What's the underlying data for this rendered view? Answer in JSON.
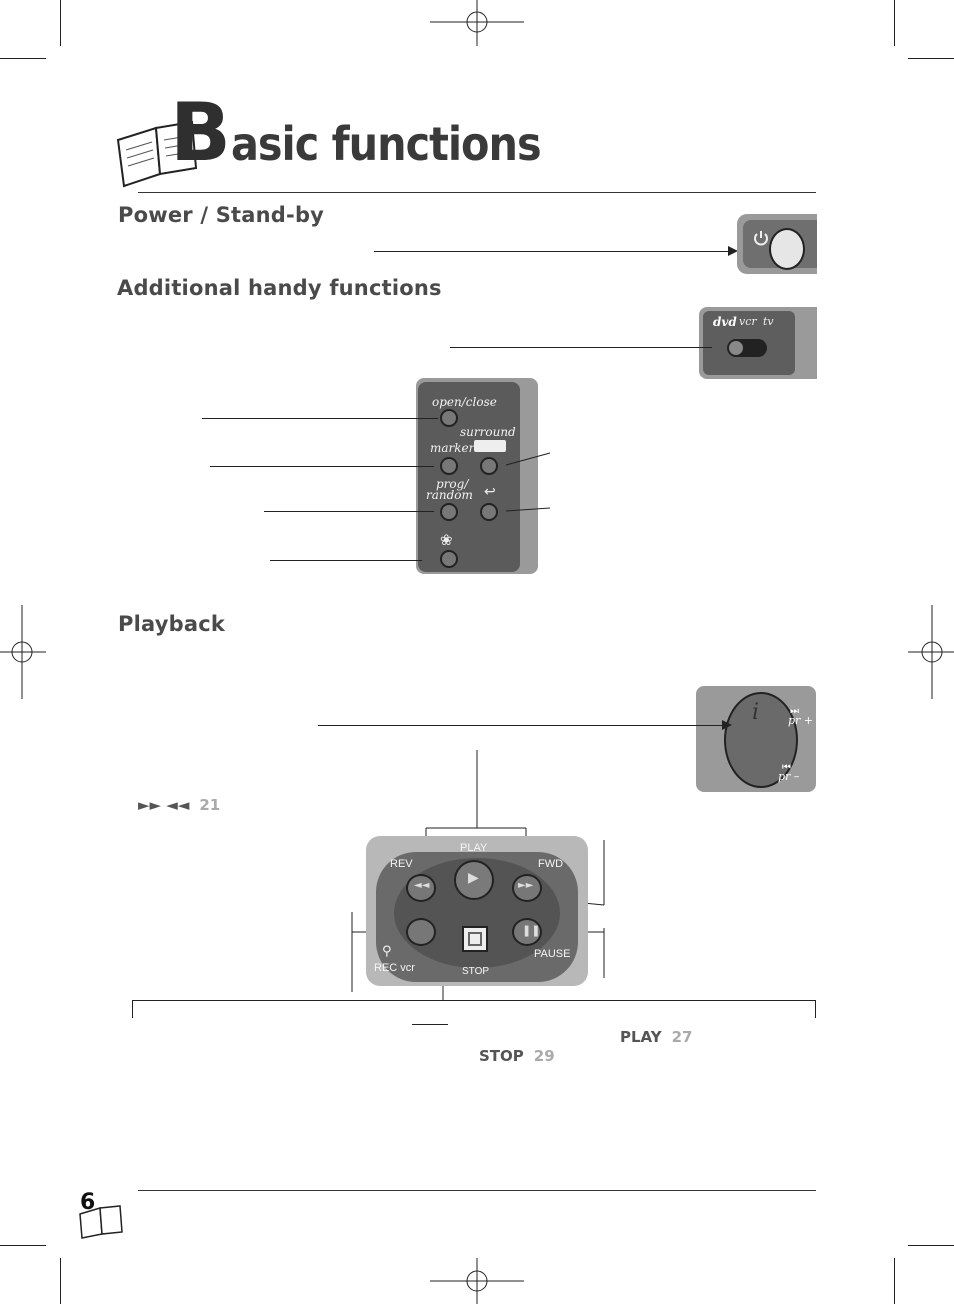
{
  "page": {
    "title_initial": "B",
    "title_rest": "asic functions",
    "page_number": "6"
  },
  "sections": {
    "power": {
      "heading": "Power / Stand-by"
    },
    "handy": {
      "heading": "Additional handy functions"
    },
    "playback": {
      "heading": "Playback"
    }
  },
  "mode_switch": {
    "dvd": "dvd",
    "vcr": "vcr",
    "tv": "tv"
  },
  "handy_remote": {
    "open_close": "open/close",
    "surround": "surround",
    "marker": "marker",
    "prog_line1": "prog/",
    "prog_line2": "random"
  },
  "playback_remote": {
    "pr_plus": "pr +",
    "pr_minus": "pr –"
  },
  "transport": {
    "play": "PLAY",
    "rev": "REV",
    "fwd": "FWD",
    "rec": "REC vcr",
    "stop": "STOP",
    "pause": "PAUSE"
  },
  "refs": {
    "ffrew_symbols": "►►  ◄◄",
    "ffrew_page": "21",
    "play_kw": "PLAY",
    "play_page": "27",
    "stop_kw": "STOP",
    "stop_page": "29"
  }
}
